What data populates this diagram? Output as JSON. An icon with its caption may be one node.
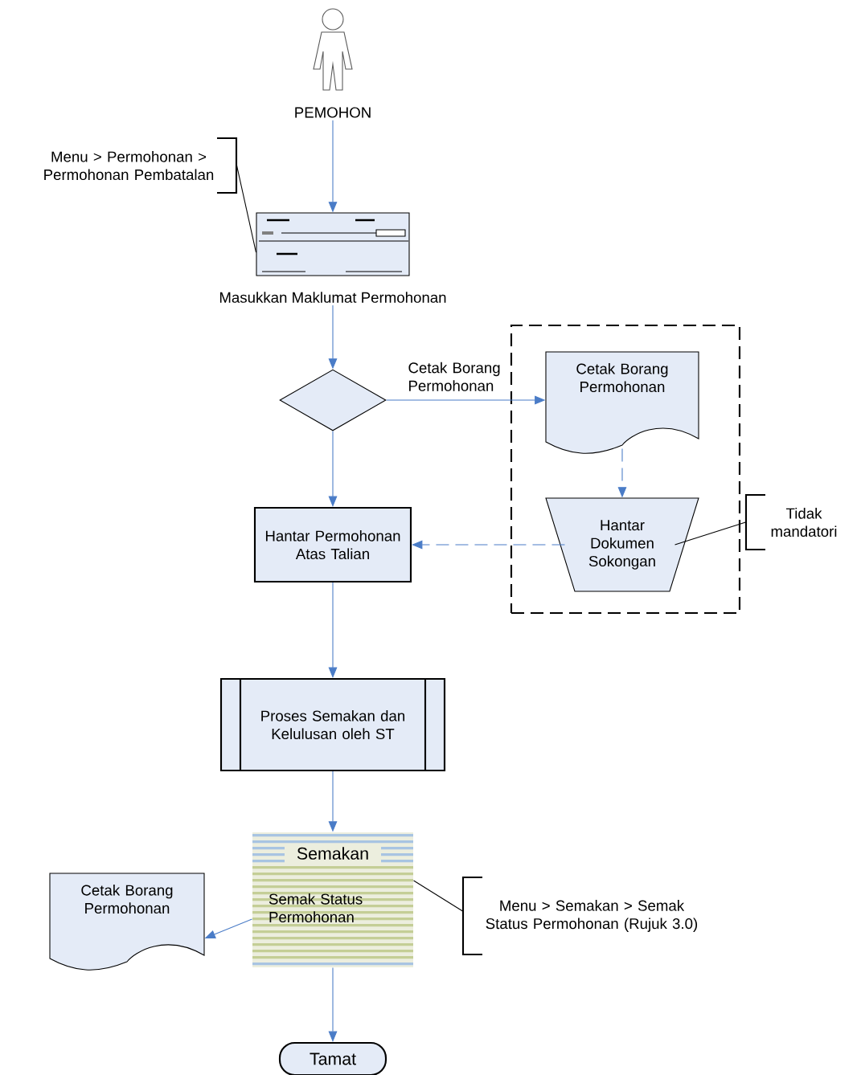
{
  "diagram": {
    "nodes": [
      {
        "text": [
          "PEMOHON"
        ]
      },
      {
        "text": [
          "Masukkan Maklumat Permohonan"
        ]
      },
      {
        "text": [
          "Menu > Permohonan > Permohonan Pembatalan"
        ]
      },
      {
        "text": [],
        "shape": "diamond"
      },
      {
        "text": [],
        "shape": "box"
      },
      {
        "text": [
          "Cetak Borang Permohonan"
        ],
        "in": 4
      },
      {
        "text": [
          "Hantar Dokumen Sokongan"
        ],
        "in": 4
      },
      {
        "text": [
          "Tidak mandatori"
        ]
      },
      {
        "text": [
          "Hantar Permohonan Atas Talian"
        ]
      },
      {
        "text": [
          "Proses Semakan dan Kelulusan oleh ST"
        ]
      },
      {
        "text": [
          "Semakan",
          "Semak Status Permohonan"
        ]
      },
      {
        "text": [
          "Cetak Borang Permohonan"
        ]
      },
      {
        "text": [
          "Menu > Semakan > Semak Status Permohonan (Rujuk 3.0)"
        ]
      },
      {
        "text": [
          "Tamat"
        ]
      }
    ],
    "edges": [
      {
        "from": 0,
        "to": 1,
        "arrow": "to"
      },
      {
        "from": 1,
        "to": 3,
        "arrow": "to"
      },
      {
        "from": 3,
        "to": 5,
        "arrow": "to",
        "label": "Cetak Borang Permohonan"
      },
      {
        "from": 3,
        "to": 8,
        "arrow": "to"
      },
      {
        "from": 5,
        "to": 6,
        "arrow": "to",
        "style": "dashed"
      },
      {
        "from": 6,
        "to": 8,
        "arrow": "to",
        "style": "dashed"
      },
      {
        "from": 8,
        "to": 9,
        "arrow": "to"
      },
      {
        "from": 9,
        "to": 10,
        "arrow": "to"
      },
      {
        "from": 10,
        "to": 11,
        "arrow": "to"
      },
      {
        "from": 10,
        "to": 13,
        "arrow": "to"
      },
      {
        "from": 2,
        "to": 1,
        "arrow": "none",
        "color": "#000000"
      },
      {
        "from": 7,
        "to": 6,
        "arrow": "none",
        "color": "#000000"
      },
      {
        "from": 12,
        "to": 10,
        "arrow": "none",
        "color": "#000000"
      }
    ]
  }
}
